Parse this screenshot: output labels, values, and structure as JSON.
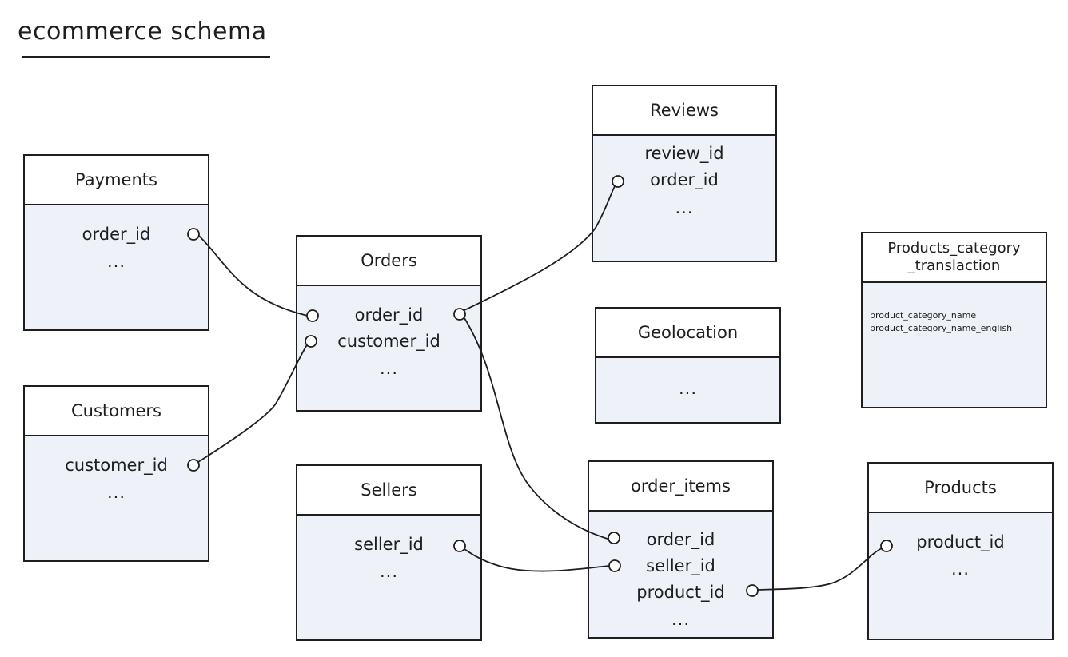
{
  "title": "ecommerce schema",
  "tables": {
    "payments": {
      "name": "Payments",
      "fields": [
        "order_id"
      ],
      "more": "..."
    },
    "customers": {
      "name": "Customers",
      "fields": [
        "customer_id"
      ],
      "more": "..."
    },
    "orders": {
      "name": "Orders",
      "fields": [
        "order_id",
        "customer_id"
      ],
      "more": "..."
    },
    "sellers": {
      "name": "Sellers",
      "fields": [
        "seller_id"
      ],
      "more": "..."
    },
    "reviews": {
      "name": "Reviews",
      "fields": [
        "review_id",
        "order_id"
      ],
      "more": "..."
    },
    "geolocation": {
      "name": "Geolocation",
      "more": "..."
    },
    "order_items": {
      "name": "order_items",
      "fields": [
        "order_id",
        "seller_id",
        "product_id"
      ],
      "more": "..."
    },
    "products": {
      "name": "Products",
      "fields": [
        "product_id"
      ],
      "more": "..."
    },
    "translation": {
      "name_line1": "Products_category",
      "name_line2": "_translaction",
      "fields": [
        "product_category_name",
        "product_category_name_english"
      ]
    }
  },
  "relationships": [
    {
      "from": "payments.order_id",
      "to": "orders.order_id"
    },
    {
      "from": "customers.customer_id",
      "to": "orders.customer_id"
    },
    {
      "from": "orders.order_id",
      "to": "reviews.order_id"
    },
    {
      "from": "orders.order_id",
      "to": "order_items.order_id"
    },
    {
      "from": "sellers.seller_id",
      "to": "order_items.seller_id"
    },
    {
      "from": "order_items.product_id",
      "to": "products.product_id"
    }
  ]
}
